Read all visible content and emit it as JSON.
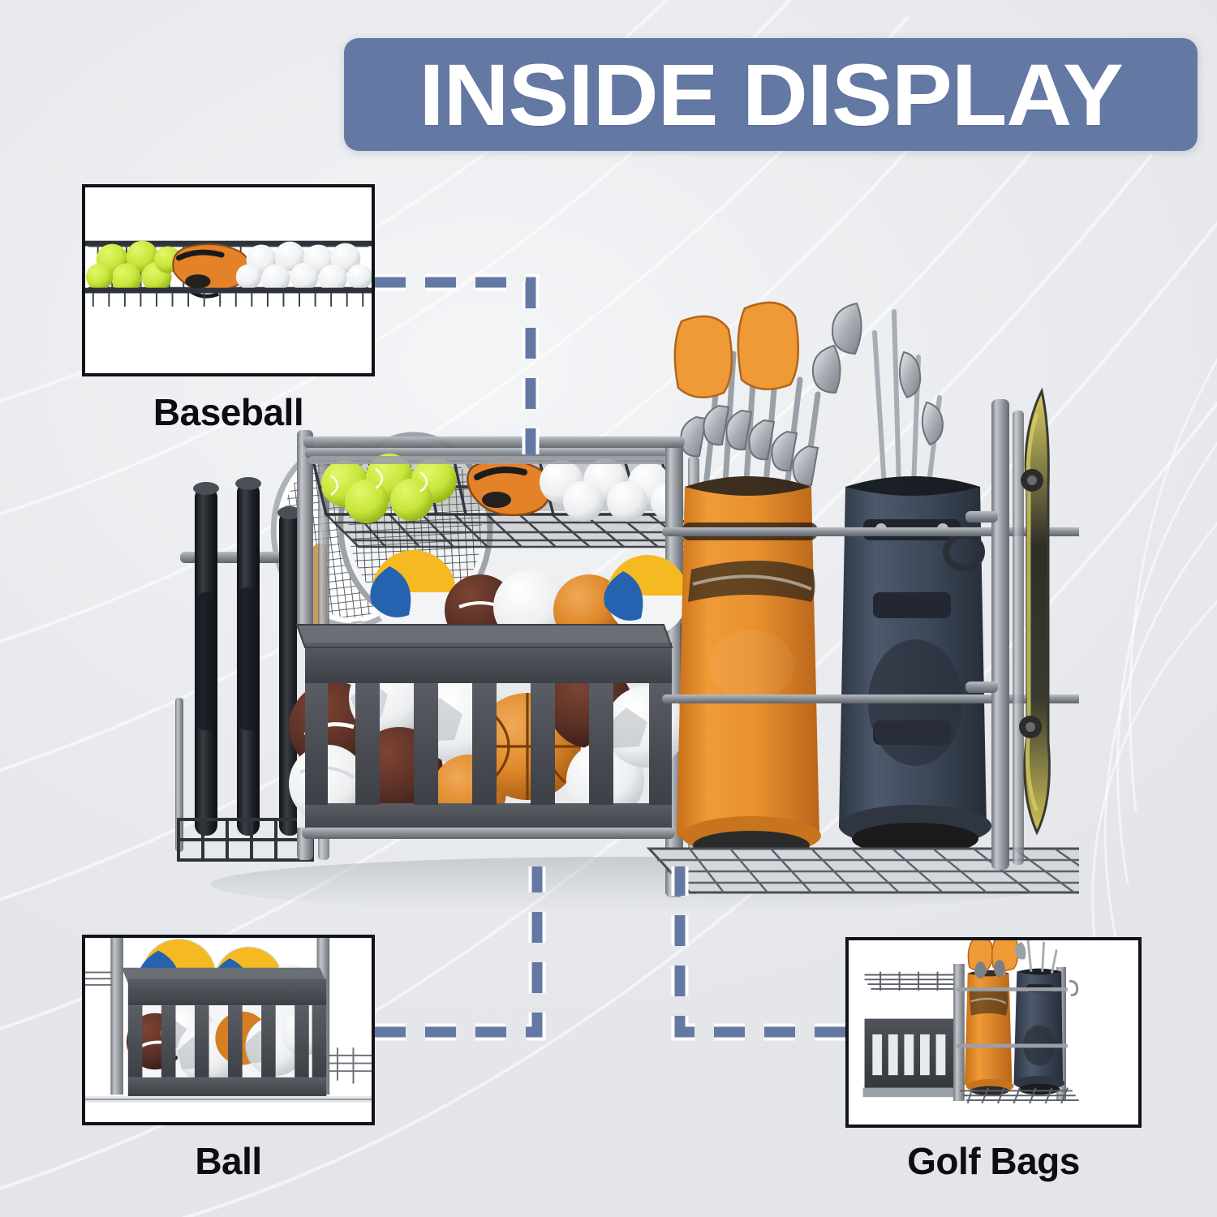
{
  "banner": {
    "title": "INSIDE DISPLAY",
    "background_color": "#6478a4",
    "text_color": "#ffffff"
  },
  "page": {
    "background_color": "#eceef1",
    "accent_color": "#6478a4",
    "label_color": "#0c0e11"
  },
  "insets": [
    {
      "id": "baseball",
      "label": "Baseball",
      "description": "Wire mesh top basket holding green tennis balls, an orange and black baseball glove, and white baseballs",
      "contents": [
        "tennis-balls",
        "baseball-glove",
        "baseballs"
      ]
    },
    {
      "id": "ball",
      "label": "Ball",
      "description": "Dark gray slatted ball bin filled with volleyballs, soccer balls and footballs",
      "contents": [
        "volleyballs",
        "soccer-balls",
        "footballs"
      ]
    },
    {
      "id": "golf-bags",
      "label": "Golf Bags",
      "description": "Two golf bag slots on the lower wire shelf holding an orange bag and a navy bag",
      "contents": [
        "orange-golf-bag",
        "navy-golf-bag"
      ]
    }
  ],
  "connectors": [
    {
      "id": "baseball-connector",
      "from": "inset-baseball",
      "to": "rack-top-basket",
      "style": "dashed-elbow",
      "color": "#6478a4"
    },
    {
      "id": "ball-connector",
      "from": "inset-ball",
      "to": "rack-ball-bin",
      "style": "dashed-elbow",
      "color": "#6478a4"
    },
    {
      "id": "golf-connector",
      "from": "inset-golf",
      "to": "rack-golf-shelf",
      "style": "dashed-elbow",
      "color": "#6478a4"
    }
  ],
  "product": {
    "name": "garage-sports-equipment-organizer-rack",
    "frame_color": "#8a8f96",
    "bin_color": "#4b4e53",
    "wire_color": "#3c4047",
    "items": [
      {
        "name": "baseball-bats",
        "count": 3,
        "color": "#23262b",
        "location": "left-bat-holder"
      },
      {
        "name": "tennis-rackets",
        "count": 2,
        "color": "#d8dade",
        "location": "left-rack-slot"
      },
      {
        "name": "tennis-balls",
        "color": "#c7e63a",
        "location": "top-wire-basket"
      },
      {
        "name": "baseball-glove",
        "color": "#e4822a",
        "location": "top-wire-basket"
      },
      {
        "name": "baseballs",
        "color": "#f2f2f2",
        "location": "top-wire-basket"
      },
      {
        "name": "volleyballs",
        "colors": [
          "#f5b921",
          "#2563b0",
          "#ffffff"
        ],
        "location": "ball-bin"
      },
      {
        "name": "basketballs",
        "color": "#e08a2b",
        "location": "ball-bin"
      },
      {
        "name": "footballs",
        "color": "#5b3026",
        "location": "ball-bin"
      },
      {
        "name": "soccer-balls",
        "color": "#f4f4f4",
        "location": "ball-bin"
      },
      {
        "name": "orange-golf-bag",
        "color": "#e8912f",
        "location": "golf-slot-left"
      },
      {
        "name": "navy-golf-bag",
        "color": "#3d4859",
        "location": "golf-slot-right"
      },
      {
        "name": "golf-clubs",
        "color": "#b9bec4",
        "location": "golf-bags"
      },
      {
        "name": "skateboard",
        "colors": [
          "#c9bb4a",
          "#2b2b26"
        ],
        "location": "right-side-mount"
      }
    ]
  }
}
